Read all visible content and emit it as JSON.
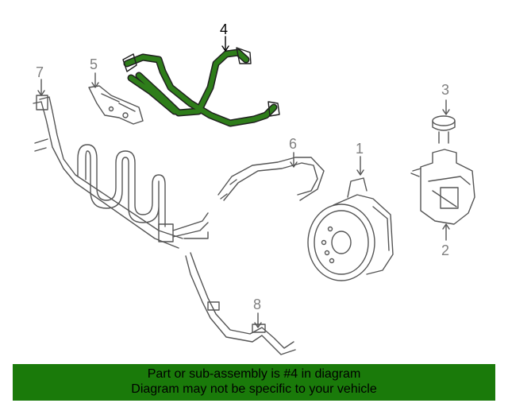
{
  "diagram": {
    "callouts": {
      "c1": "1",
      "c2": "2",
      "c3": "3",
      "c4": "4",
      "c5": "5",
      "c6": "6",
      "c7": "7",
      "c8": "8"
    },
    "highlight_part": "4",
    "highlight_color": "#2e7d1a",
    "line_color": "#555555"
  },
  "banner": {
    "line1": "Part or sub-assembly is #4 in diagram",
    "line2": "Diagram may not be specific to your vehicle",
    "background": "#1a7a0a"
  }
}
